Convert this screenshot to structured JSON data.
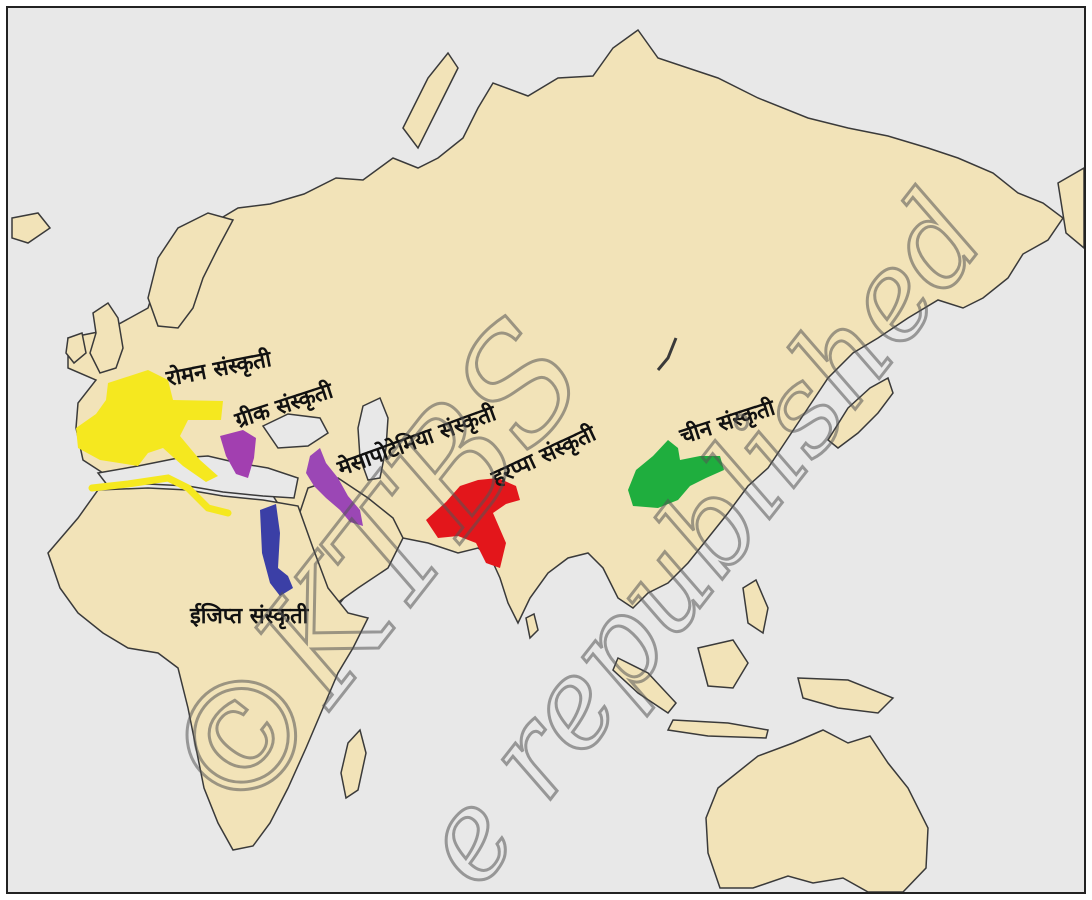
{
  "map": {
    "colors": {
      "sea": "#e8e8e8",
      "land": "#f2e3b8",
      "coast": "#3a3a3a",
      "roman": "#f5e81f",
      "greek": "#a23fb0",
      "mesopotamia": "#9b47b5",
      "egypt": "#3b3fa6",
      "harappa": "#e3161b",
      "china": "#1fae3e"
    },
    "labels": {
      "roman": "रोमन संस्कृती",
      "greek": "ग्रीक संस्कृती",
      "mesopotamia": "मेसापोटेमिया संस्कृती",
      "harappa": "हरप्पा संस्कृती",
      "china": "चीन संस्कृती",
      "egypt": "ईजिप्त संस्कृती"
    }
  },
  "watermark": {
    "line1": "©KTBS",
    "line2": "e republished"
  }
}
